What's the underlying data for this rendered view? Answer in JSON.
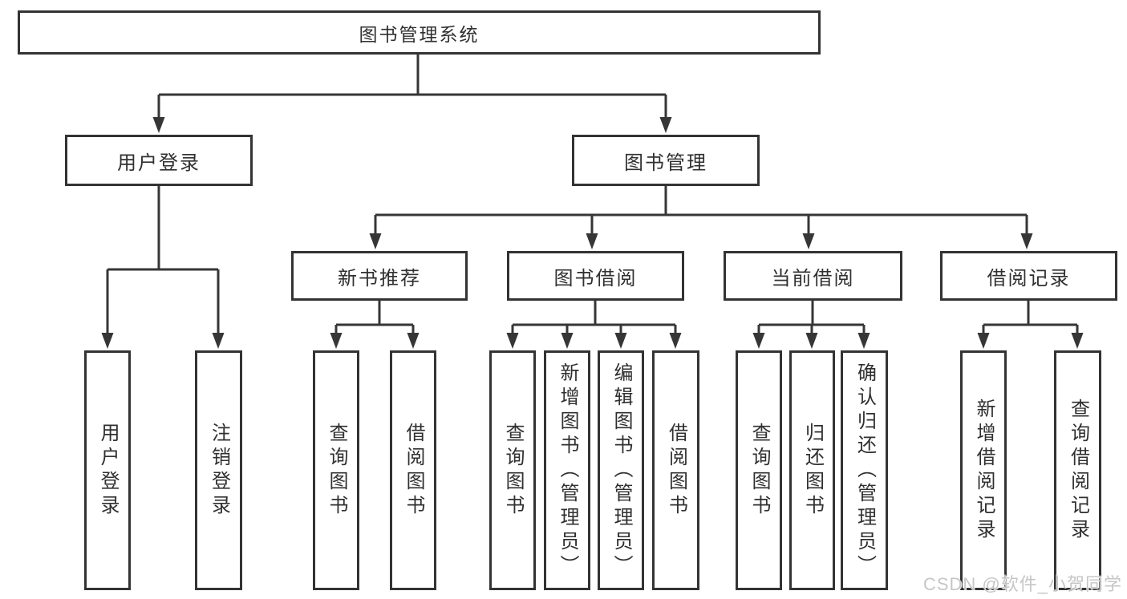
{
  "diagram": {
    "watermark": "CSDN @软件_小贺同学",
    "colors": {
      "line": "#363636",
      "box_border": "#333333",
      "text": "#303030",
      "watermark": "#c6c6c6",
      "background": "#ffffff"
    },
    "tree": {
      "root": {
        "label": "图书管理系统",
        "children": [
          {
            "label": "用户登录",
            "children": [
              {
                "label": "用户登录"
              },
              {
                "label": "注销登录"
              }
            ]
          },
          {
            "label": "图书管理",
            "children": [
              {
                "label": "新书推荐",
                "children": [
                  {
                    "label": "查询图书"
                  },
                  {
                    "label": "借阅图书"
                  }
                ]
              },
              {
                "label": "图书借阅",
                "children": [
                  {
                    "label": "查询图书"
                  },
                  {
                    "label": "新增图书（管理员）"
                  },
                  {
                    "label": "编辑图书（管理员）"
                  },
                  {
                    "label": "借阅图书"
                  }
                ]
              },
              {
                "label": "当前借阅",
                "children": [
                  {
                    "label": "查询图书"
                  },
                  {
                    "label": "归还图书"
                  },
                  {
                    "label": "确认归还（管理员）"
                  }
                ]
              },
              {
                "label": "借阅记录",
                "children": [
                  {
                    "label": "新增借阅记录"
                  },
                  {
                    "label": "查询借阅记录"
                  }
                ]
              }
            ]
          }
        ]
      }
    }
  }
}
